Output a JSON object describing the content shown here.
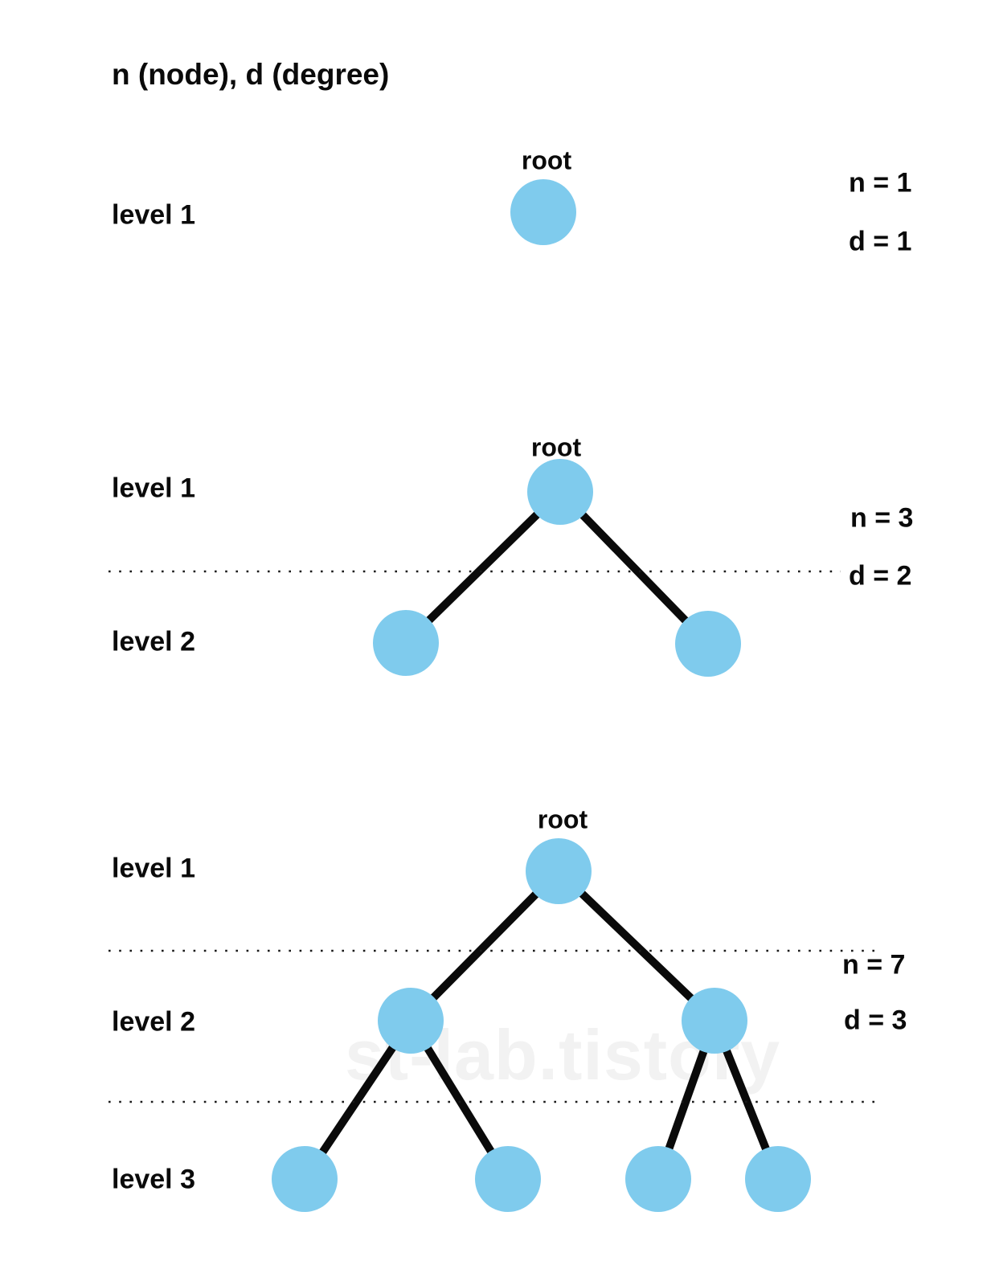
{
  "title": "n (node), d (degree)",
  "watermark": "st-lab.tistory",
  "colors": {
    "node_fill": "#7fcbed",
    "edge": "#0a0a0a",
    "text": "#0a0a0a",
    "dotted": "#1a1a1a",
    "watermark_color": "#f2f2f2"
  },
  "trees": [
    {
      "root_label": "root",
      "level_labels": [
        "level 1"
      ],
      "n": "n = 1",
      "d": "d = 1"
    },
    {
      "root_label": "root",
      "level_labels": [
        "level 1",
        "level 2"
      ],
      "n": "n = 3",
      "d": "d = 2"
    },
    {
      "root_label": "root",
      "level_labels": [
        "level 1",
        "level 2",
        "level 3"
      ],
      "n": "n = 7",
      "d": "d = 3"
    }
  ]
}
